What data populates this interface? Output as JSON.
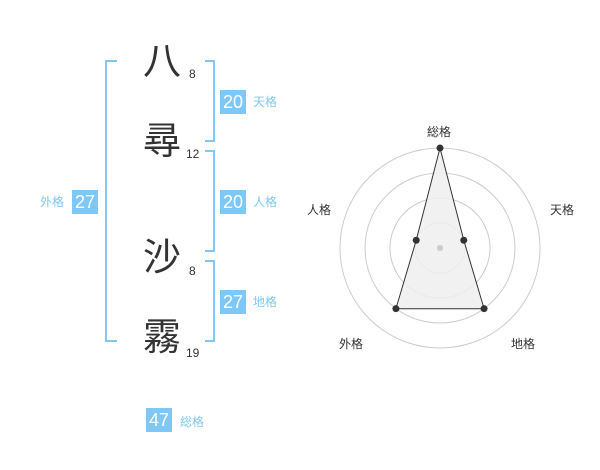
{
  "name": {
    "chars": [
      {
        "char": "八",
        "strokes": "8"
      },
      {
        "char": "尋",
        "strokes": "12"
      },
      {
        "char": "沙",
        "strokes": "8"
      },
      {
        "char": "霧",
        "strokes": "19"
      }
    ]
  },
  "kakusu": {
    "tenkaku": {
      "value": "20",
      "label": "天格"
    },
    "jinkaku": {
      "value": "20",
      "label": "人格"
    },
    "chikaku": {
      "value": "27",
      "label": "地格"
    },
    "gaikaku": {
      "value": "27",
      "label": "外格"
    },
    "soukaku": {
      "value": "47",
      "label": "総格"
    }
  },
  "colors": {
    "accent": "#7fc8f5",
    "text": "#333333",
    "grid": "#cccccc"
  },
  "chart_data": {
    "type": "radar",
    "axes": [
      "総格",
      "天格",
      "地格",
      "外格",
      "人格"
    ],
    "ring_count": 4,
    "max": 4,
    "values": [
      4,
      1,
      3,
      3,
      1
    ]
  }
}
